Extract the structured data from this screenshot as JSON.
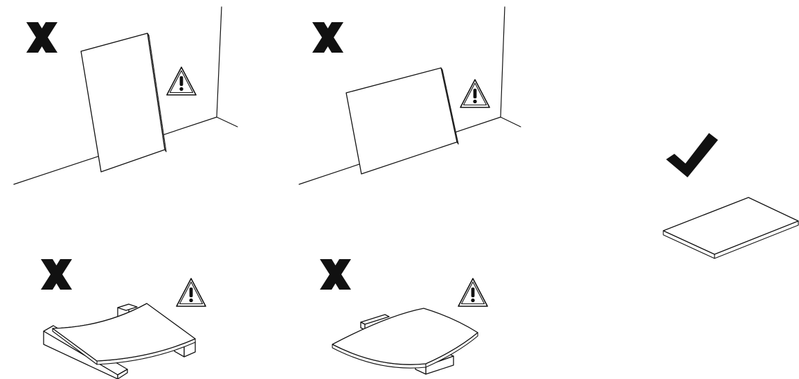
{
  "diagram": {
    "panels": [
      {
        "id": "upright-against-wall",
        "verdict": "wrong",
        "verdict_icon": "cross-icon",
        "warning_icon": "warning-triangle-icon"
      },
      {
        "id": "landscape-against-wall",
        "verdict": "wrong",
        "verdict_icon": "cross-icon",
        "warning_icon": "warning-triangle-icon"
      },
      {
        "id": "on-two-supports",
        "verdict": "wrong",
        "verdict_icon": "cross-icon",
        "warning_icon": "warning-triangle-icon"
      },
      {
        "id": "on-center-support",
        "verdict": "wrong",
        "verdict_icon": "cross-icon",
        "warning_icon": "warning-triangle-icon"
      },
      {
        "id": "flat-on-floor",
        "verdict": "correct",
        "verdict_icon": "check-icon"
      }
    ],
    "colors": {
      "ink": "#111111",
      "background": "#ffffff"
    }
  }
}
